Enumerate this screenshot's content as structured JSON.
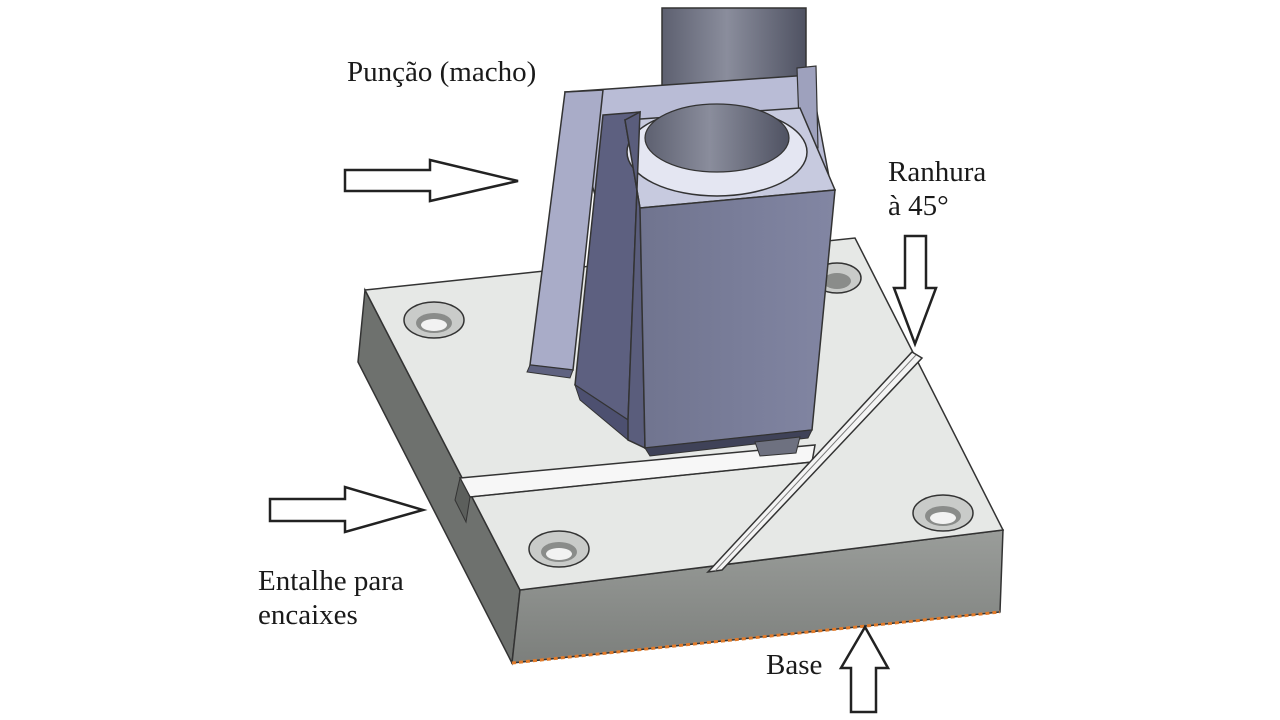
{
  "labels": {
    "punch": "Punção (macho)",
    "groove_line1": "Ranhura",
    "groove_line2": "à 45°",
    "notch_line1": "Entalhe para",
    "notch_line2": "encaixes",
    "base": "Base"
  },
  "colors": {
    "plate_top": "#e8eae8",
    "plate_side": "#8e918e",
    "punch_face": "#7f82a0",
    "punch_dark": "#5f6280",
    "punch_light": "#b9bcd6",
    "shaft": "#6e7180",
    "accent_edge": "#e07a2a"
  }
}
